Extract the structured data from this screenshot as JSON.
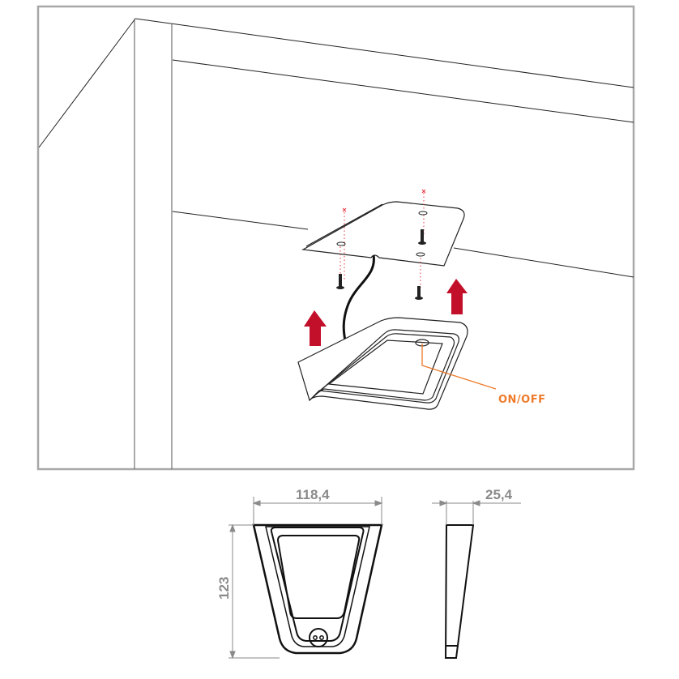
{
  "diagram": {
    "type": "installation-instructions",
    "install_view": {
      "callout_label": "ON/OFF",
      "callout_color": "#ee7b2a",
      "arrow_color": "#c3102a",
      "screw_marker_color": "#e8323c",
      "frame_color": "#a8a8a8"
    },
    "dimensions": {
      "width": "118,4",
      "height": "123",
      "depth": "25,4",
      "dim_color": "#8a8a8a"
    }
  }
}
